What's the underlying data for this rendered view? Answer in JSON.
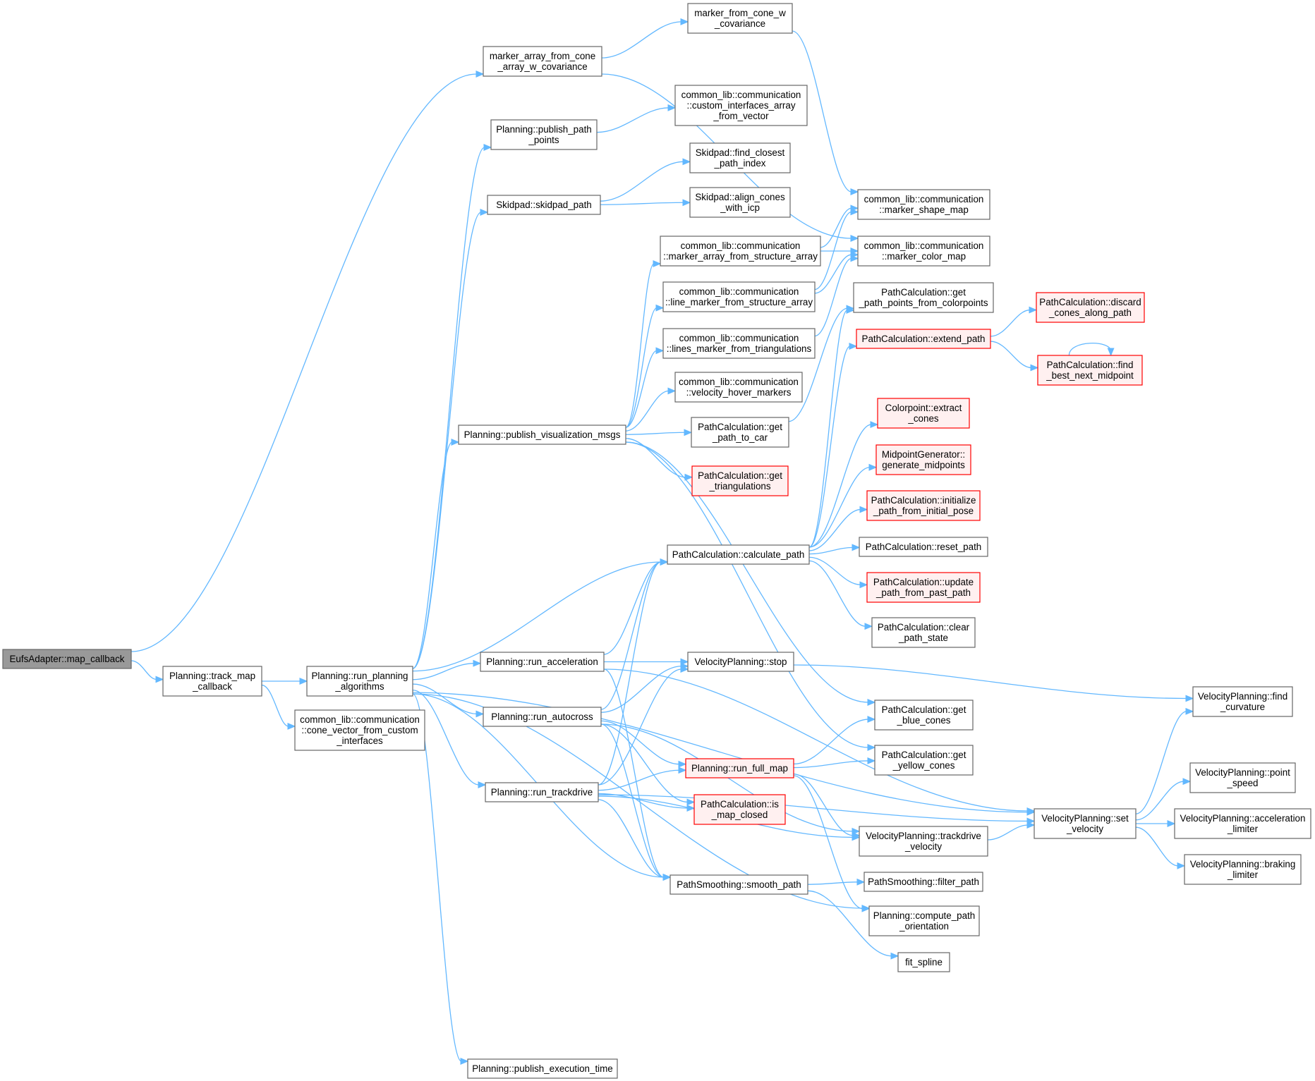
{
  "title": "Call graph of EufsAdapter::map_callback",
  "colors": {
    "edge": "#63b8ff",
    "root_fill": "#999999",
    "red_stroke": "#ff0000",
    "red_fill": "#fff0f0",
    "border": "#666666"
  },
  "nodes": [
    {
      "id": "n0",
      "lines": [
        "EufsAdapter::map_callback"
      ],
      "style": "root"
    },
    {
      "id": "n1",
      "lines": [
        "Planning::track_map",
        "_callback"
      ],
      "style": "normal"
    },
    {
      "id": "n2",
      "lines": [
        "Planning::run_planning",
        "_algorithms"
      ],
      "style": "normal"
    },
    {
      "id": "n3",
      "lines": [
        "common_lib::communication",
        "::cone_vector_from_custom",
        "_interfaces"
      ],
      "style": "normal"
    },
    {
      "id": "n4",
      "lines": [
        "marker_array_from_cone",
        "_array_w_covariance"
      ],
      "style": "normal"
    },
    {
      "id": "n5",
      "lines": [
        "marker_from_cone_w",
        "_covariance"
      ],
      "style": "normal"
    },
    {
      "id": "n6",
      "lines": [
        "Planning::publish_path",
        "_points"
      ],
      "style": "normal"
    },
    {
      "id": "n7",
      "lines": [
        "common_lib::communication",
        "::custom_interfaces_array",
        "_from_vector"
      ],
      "style": "normal"
    },
    {
      "id": "n8",
      "lines": [
        "Skidpad::skidpad_path"
      ],
      "style": "normal"
    },
    {
      "id": "n9",
      "lines": [
        "Skidpad::find_closest",
        "_path_index"
      ],
      "style": "normal"
    },
    {
      "id": "n10",
      "lines": [
        "Skidpad::align_cones",
        "_with_icp"
      ],
      "style": "normal"
    },
    {
      "id": "n11",
      "lines": [
        "common_lib::communication",
        "::marker_shape_map"
      ],
      "style": "normal"
    },
    {
      "id": "n12",
      "lines": [
        "common_lib::communication",
        "::marker_color_map"
      ],
      "style": "normal"
    },
    {
      "id": "n13",
      "lines": [
        "common_lib::communication",
        "::marker_array_from_structure_array"
      ],
      "style": "normal"
    },
    {
      "id": "n14",
      "lines": [
        "common_lib::communication",
        "::line_marker_from_structure_array"
      ],
      "style": "normal"
    },
    {
      "id": "n15",
      "lines": [
        "common_lib::communication",
        "::lines_marker_from_triangulations"
      ],
      "style": "normal"
    },
    {
      "id": "n16",
      "lines": [
        "common_lib::communication",
        "::velocity_hover_markers"
      ],
      "style": "normal"
    },
    {
      "id": "n17",
      "lines": [
        "Planning::publish_visualization_msgs"
      ],
      "style": "normal"
    },
    {
      "id": "n18",
      "lines": [
        "PathCalculation::get",
        "_path_to_car"
      ],
      "style": "normal"
    },
    {
      "id": "n19",
      "lines": [
        "PathCalculation::get",
        "_triangulations"
      ],
      "style": "red"
    },
    {
      "id": "n20",
      "lines": [
        "PathCalculation::get",
        "_path_points_from_colorpoints"
      ],
      "style": "normal"
    },
    {
      "id": "n21",
      "lines": [
        "PathCalculation::extend_path"
      ],
      "style": "red"
    },
    {
      "id": "n22",
      "lines": [
        "PathCalculation::discard",
        "_cones_along_path"
      ],
      "style": "red"
    },
    {
      "id": "n23",
      "lines": [
        "PathCalculation::find",
        "_best_next_midpoint"
      ],
      "style": "red"
    },
    {
      "id": "n24",
      "lines": [
        "Colorpoint::extract",
        "_cones"
      ],
      "style": "red"
    },
    {
      "id": "n25",
      "lines": [
        "MidpointGenerator::",
        "generate_midpoints"
      ],
      "style": "red"
    },
    {
      "id": "n26",
      "lines": [
        "PathCalculation::initialize",
        "_path_from_initial_pose"
      ],
      "style": "red"
    },
    {
      "id": "n27",
      "lines": [
        "PathCalculation::reset_path"
      ],
      "style": "normal"
    },
    {
      "id": "n28",
      "lines": [
        "PathCalculation::update",
        "_path_from_past_path"
      ],
      "style": "red"
    },
    {
      "id": "n29",
      "lines": [
        "PathCalculation::clear",
        "_path_state"
      ],
      "style": "normal"
    },
    {
      "id": "n30",
      "lines": [
        "PathCalculation::calculate_path"
      ],
      "style": "normal"
    },
    {
      "id": "n31",
      "lines": [
        "Planning::run_acceleration"
      ],
      "style": "normal"
    },
    {
      "id": "n32",
      "lines": [
        "VelocityPlanning::stop"
      ],
      "style": "normal"
    },
    {
      "id": "n33",
      "lines": [
        "Planning::run_autocross"
      ],
      "style": "normal"
    },
    {
      "id": "n34",
      "lines": [
        "PathCalculation::get",
        "_blue_cones"
      ],
      "style": "normal"
    },
    {
      "id": "n35",
      "lines": [
        "Planning::run_full_map"
      ],
      "style": "red"
    },
    {
      "id": "n36",
      "lines": [
        "PathCalculation::get",
        "_yellow_cones"
      ],
      "style": "normal"
    },
    {
      "id": "n37",
      "lines": [
        "Planning::run_trackdrive"
      ],
      "style": "normal"
    },
    {
      "id": "n38",
      "lines": [
        "PathCalculation::is",
        "_map_closed"
      ],
      "style": "red"
    },
    {
      "id": "n39",
      "lines": [
        "VelocityPlanning::trackdrive",
        "_velocity"
      ],
      "style": "normal"
    },
    {
      "id": "n40",
      "lines": [
        "VelocityPlanning::set",
        "_velocity"
      ],
      "style": "normal"
    },
    {
      "id": "n41",
      "lines": [
        "VelocityPlanning::find",
        "_curvature"
      ],
      "style": "normal"
    },
    {
      "id": "n42",
      "lines": [
        "VelocityPlanning::point",
        "_speed"
      ],
      "style": "normal"
    },
    {
      "id": "n43",
      "lines": [
        "VelocityPlanning::acceleration",
        "_limiter"
      ],
      "style": "normal"
    },
    {
      "id": "n44",
      "lines": [
        "VelocityPlanning::braking",
        "_limiter"
      ],
      "style": "normal"
    },
    {
      "id": "n45",
      "lines": [
        "PathSmoothing::smooth_path"
      ],
      "style": "normal"
    },
    {
      "id": "n46",
      "lines": [
        "PathSmoothing::filter_path"
      ],
      "style": "normal"
    },
    {
      "id": "n47",
      "lines": [
        "Planning::compute_path",
        "_orientation"
      ],
      "style": "normal"
    },
    {
      "id": "n48",
      "lines": [
        "fit_spline"
      ],
      "style": "normal"
    },
    {
      "id": "n49",
      "lines": [
        "Planning::publish_execution_time"
      ],
      "style": "normal"
    }
  ],
  "edges": [
    [
      "n0",
      "n1"
    ],
    [
      "n0",
      "n4"
    ],
    [
      "n1",
      "n2"
    ],
    [
      "n1",
      "n3"
    ],
    [
      "n4",
      "n5"
    ],
    [
      "n4",
      "n12"
    ],
    [
      "n5",
      "n11"
    ],
    [
      "n2",
      "n6"
    ],
    [
      "n2",
      "n8"
    ],
    [
      "n2",
      "n17"
    ],
    [
      "n2",
      "n30"
    ],
    [
      "n2",
      "n31"
    ],
    [
      "n2",
      "n33"
    ],
    [
      "n2",
      "n37"
    ],
    [
      "n2",
      "n40"
    ],
    [
      "n2",
      "n45"
    ],
    [
      "n2",
      "n47"
    ],
    [
      "n2",
      "n49"
    ],
    [
      "n6",
      "n7"
    ],
    [
      "n8",
      "n9"
    ],
    [
      "n8",
      "n10"
    ],
    [
      "n13",
      "n11"
    ],
    [
      "n13",
      "n12"
    ],
    [
      "n14",
      "n11"
    ],
    [
      "n14",
      "n12"
    ],
    [
      "n15",
      "n12"
    ],
    [
      "n17",
      "n13"
    ],
    [
      "n17",
      "n14"
    ],
    [
      "n17",
      "n15"
    ],
    [
      "n17",
      "n16"
    ],
    [
      "n17",
      "n18"
    ],
    [
      "n17",
      "n19"
    ],
    [
      "n17",
      "n34"
    ],
    [
      "n17",
      "n36"
    ],
    [
      "n18",
      "n20"
    ],
    [
      "n30",
      "n20"
    ],
    [
      "n30",
      "n21"
    ],
    [
      "n30",
      "n24"
    ],
    [
      "n30",
      "n25"
    ],
    [
      "n30",
      "n26"
    ],
    [
      "n30",
      "n27"
    ],
    [
      "n30",
      "n28"
    ],
    [
      "n30",
      "n29"
    ],
    [
      "n21",
      "n22"
    ],
    [
      "n21",
      "n23"
    ],
    [
      "n23",
      "n23"
    ],
    [
      "n31",
      "n30"
    ],
    [
      "n31",
      "n32"
    ],
    [
      "n31",
      "n40"
    ],
    [
      "n31",
      "n45"
    ],
    [
      "n33",
      "n30"
    ],
    [
      "n33",
      "n32"
    ],
    [
      "n33",
      "n35"
    ],
    [
      "n33",
      "n38"
    ],
    [
      "n33",
      "n39"
    ],
    [
      "n33",
      "n45"
    ],
    [
      "n37",
      "n30"
    ],
    [
      "n37",
      "n32"
    ],
    [
      "n37",
      "n35"
    ],
    [
      "n37",
      "n38"
    ],
    [
      "n37",
      "n39"
    ],
    [
      "n37",
      "n45"
    ],
    [
      "n37",
      "n40"
    ],
    [
      "n35",
      "n34"
    ],
    [
      "n35",
      "n36"
    ],
    [
      "n35",
      "n39"
    ],
    [
      "n35",
      "n47"
    ],
    [
      "n32",
      "n41"
    ],
    [
      "n39",
      "n40"
    ],
    [
      "n40",
      "n41"
    ],
    [
      "n40",
      "n42"
    ],
    [
      "n40",
      "n43"
    ],
    [
      "n40",
      "n44"
    ],
    [
      "n45",
      "n46"
    ],
    [
      "n45",
      "n48"
    ]
  ]
}
